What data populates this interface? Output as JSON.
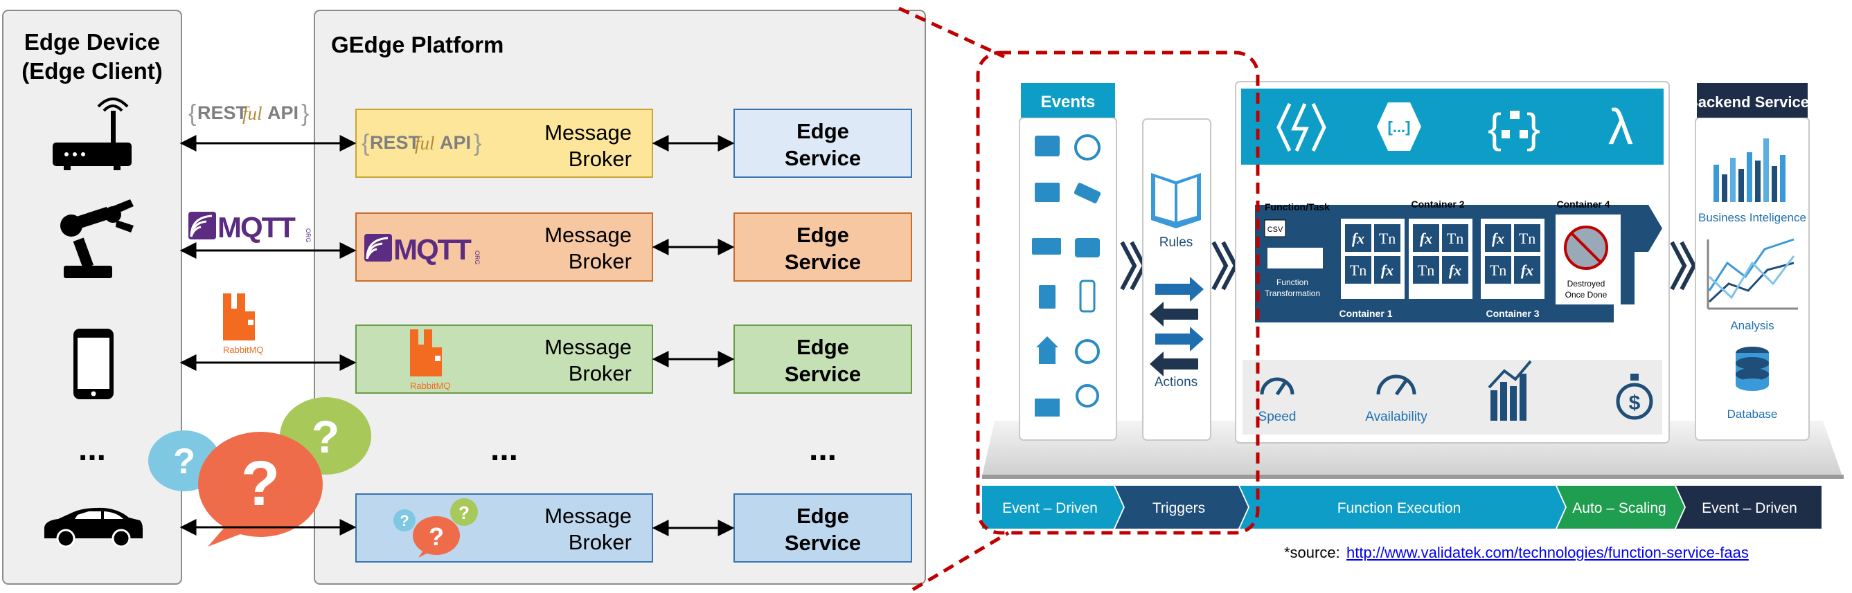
{
  "edge_device": {
    "title_line1": "Edge Device",
    "title_line2": "(Edge Client)",
    "ellipsis": "..."
  },
  "platform": {
    "title": "GEdge Platform",
    "ellipsis_left": "...",
    "ellipsis_right": "..."
  },
  "protocols": {
    "rest": {
      "rest": "REST",
      "ful": "ful",
      "api": "API"
    },
    "mqtt": {
      "name": "MQTT",
      "org": "ORG"
    },
    "rabbitmq": {
      "name": "RabbitMQ"
    }
  },
  "rows": [
    {
      "broker_line1": "Message",
      "broker_line2": "Broker",
      "service_line1": "Edge",
      "service_line2": "Service"
    },
    {
      "broker_line1": "Message",
      "broker_line2": "Broker",
      "service_line1": "Edge",
      "service_line2": "Service"
    },
    {
      "broker_line1": "Message",
      "broker_line2": "Broker",
      "service_line1": "Edge",
      "service_line2": "Service"
    },
    {
      "broker_line1": "Message",
      "broker_line2": "Broker",
      "service_line1": "Edge",
      "service_line2": "Service"
    }
  ],
  "question_mark": "?",
  "faas": {
    "events": "Events",
    "rules": "Rules",
    "actions": "Actions",
    "backend_services": "Backend Services",
    "function_task": "Function/Task",
    "csv": "CSV",
    "function_transformation_1": "Function",
    "function_transformation_2": "Transformation",
    "container_1": "Container 1",
    "container_2": "Container 2",
    "container_3": "Container 3",
    "container_4": "Container 4",
    "destroyed_1": "Destroyed",
    "destroyed_2": "Once Done",
    "fx": "fx",
    "tn": "Tn",
    "bracket_dots": "[...]",
    "lambda": "λ",
    "speed": "Speed",
    "availability": "Availability",
    "business_intelligence": "Business Inteligence",
    "analysis": "Analysis",
    "database": "Database",
    "bar": [
      "Event – Driven",
      "Triggers",
      "Function Execution",
      "Auto – Scaling",
      "Event – Driven"
    ]
  },
  "source": {
    "prefix": "*source:",
    "url": "http://www.validatek.com/technologies/function-service-faas"
  },
  "colors": {
    "panel_bg": "#efefef",
    "yellow": "#fde699",
    "yellow_border": "#c8a631",
    "orange": "#f7c7a2",
    "orange_border": "#c76d2d",
    "green": "#c5e0b4",
    "green_border": "#6a9b49",
    "blue": "#bdd7ee",
    "blue_border": "#3a73b0",
    "service_light": "#dde9f6",
    "teal": "#0e9dc6",
    "navy": "#1f4e79",
    "dashed_red": "#c00000"
  }
}
